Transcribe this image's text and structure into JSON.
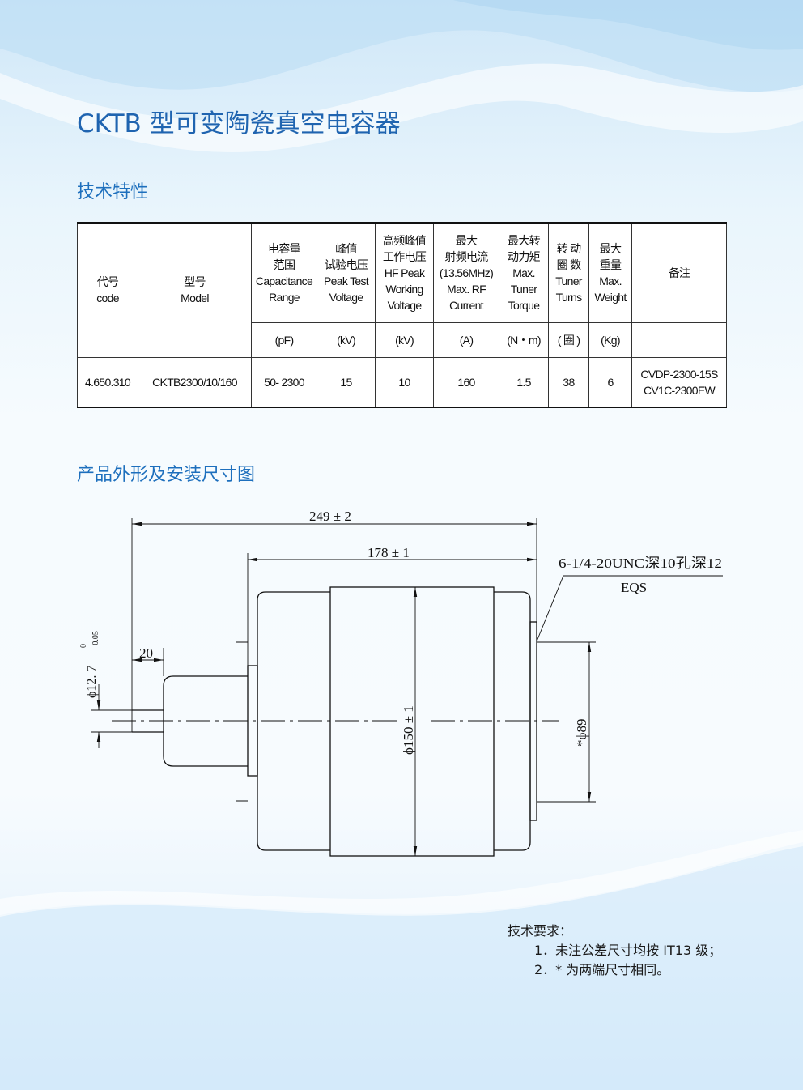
{
  "title": "CKTB 型可变陶瓷真空电容器",
  "sections": {
    "specs": "技术特性",
    "drawing": "产品外形及安装尺寸图"
  },
  "table": {
    "headers": [
      {
        "label": "代号\ncode",
        "unit": ""
      },
      {
        "label": "型号\nModel",
        "unit": ""
      },
      {
        "label": "电容量\n范围\nCapacitance\nRange",
        "unit": "(pF)"
      },
      {
        "label": "峰值\n试验电压\nPeak Test\nVoltage",
        "unit": "(kV)"
      },
      {
        "label": "高频峰值\n工作电压\nHF Peak\nWorking\nVoltage",
        "unit": "(kV)"
      },
      {
        "label": "最大\n射频电流\n(13.56MHz)\nMax. RF\nCurrent",
        "unit": "(A)"
      },
      {
        "label": "最大转\n动力矩\nMax.\nTuner\nTorque",
        "unit": "(N・m)"
      },
      {
        "label": "转 动\n圈 数\nTuner\nTurns",
        "unit": "( 圈 )"
      },
      {
        "label": "最大\n重量\nMax.\nWeight",
        "unit": "(Kg)"
      },
      {
        "label": "备注",
        "unit": ""
      }
    ],
    "rows": [
      [
        "4.650.310",
        "CKTB2300/10/160",
        "50- 2300",
        "15",
        "10",
        "160",
        "1.5",
        "38",
        "6",
        "CVDP-2300-15S\nCV1C-2300EW"
      ]
    ]
  },
  "drawing": {
    "dim_overall": "249 ± 2",
    "dim_body": "178 ± 1",
    "dim_shaft_length": "20",
    "dim_shaft_dia": "ϕ12. 7",
    "dim_shaft_tol_upper": "0",
    "dim_shaft_tol_lower": "-0.05",
    "dim_ceramic_dia": "ϕ150 ± 1",
    "dim_end_dia": "*ϕ89",
    "thread_note": "6-1/4-20UNC深10孔深12",
    "thread_note_2": "EQS"
  },
  "notes": {
    "heading": "技术要求：",
    "items": [
      "1．未注公差尺寸均按 IT13 级；",
      "2．* 为两端尺寸相同。"
    ]
  },
  "colors": {
    "title": "#1f64b0",
    "heading": "#1d6fbd",
    "background": "#e9f5fc"
  }
}
